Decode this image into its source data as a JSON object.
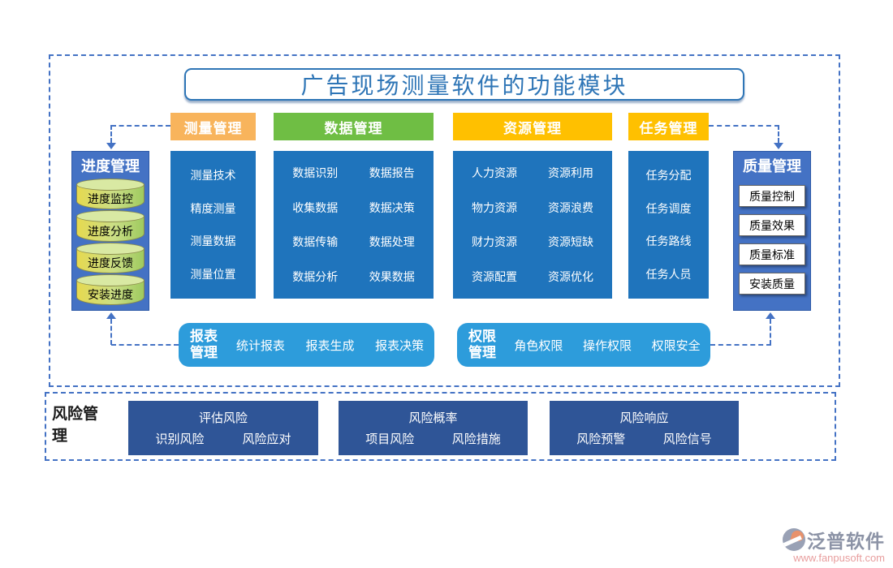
{
  "title": "广告现场测量软件的功能模块",
  "colors": {
    "title_blue": "#2E75B6",
    "dashed_border": "#4472C4",
    "header_orange": "#F8B45C",
    "header_green": "#6FBE44",
    "header_gold": "#FFC000",
    "content_blue": "#1F74BC",
    "side_panel_blue": "#4472C4",
    "bar_sky_blue": "#2D9CDB",
    "risk_navy": "#2F5597",
    "cylinder_green": "#9FCA5F",
    "cylinder_yellow": "#E6D94F"
  },
  "headers": [
    {
      "label": "测量管理"
    },
    {
      "label": "数据管理"
    },
    {
      "label": "资源管理"
    },
    {
      "label": "任务管理"
    }
  ],
  "left_panel": {
    "title": "进度管理",
    "items": [
      "进度监控",
      "进度分析",
      "进度反馈",
      "安装进度"
    ]
  },
  "right_panel": {
    "title": "质量管理",
    "items": [
      "质量控制",
      "质量效果",
      "质量标准",
      "安装质量"
    ]
  },
  "columns": {
    "measure": {
      "items": [
        "测量技术",
        "精度测量",
        "测量数据",
        "测量位置"
      ]
    },
    "data": {
      "left": [
        "数据识别",
        "收集数据",
        "数据传输",
        "数据分析"
      ],
      "right": [
        "数据报告",
        "数据决策",
        "数据处理",
        "效果数据"
      ]
    },
    "resource": {
      "left": [
        "人力资源",
        "物力资源",
        "财力资源",
        "资源配置"
      ],
      "right": [
        "资源利用",
        "资源浪费",
        "资源短缺",
        "资源优化"
      ]
    },
    "task": {
      "items": [
        "任务分配",
        "任务调度",
        "任务路线",
        "任务人员"
      ]
    }
  },
  "report_bar": {
    "title": "报表管理",
    "items": [
      "统计报表",
      "报表生成",
      "报表决策"
    ]
  },
  "permission_bar": {
    "title": "权限管理",
    "items": [
      "角色权限",
      "操作权限",
      "权限安全"
    ]
  },
  "risk_section": {
    "label": "风险管理",
    "groups": [
      {
        "top": "评估风险",
        "bottom": [
          "识别风险",
          "风险应对"
        ]
      },
      {
        "top": "风险概率",
        "bottom": [
          "项目风险",
          "风险措施"
        ]
      },
      {
        "top": "风险响应",
        "bottom": [
          "风险预警",
          "风险信号"
        ]
      }
    ]
  },
  "footer": {
    "brand": "泛普软件",
    "url": "www.fanpusoft.com"
  }
}
